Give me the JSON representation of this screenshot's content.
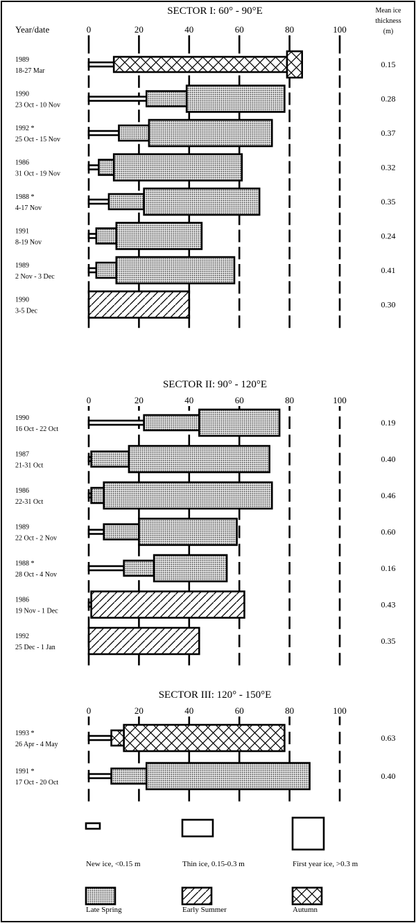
{
  "header": {
    "year_date": "Year/date",
    "mean_thickness": [
      "Mean ice",
      "thickness",
      "(m)"
    ]
  },
  "chart_data": {
    "type": "bar",
    "orientation": "horizontal-stacked",
    "xlim": [
      0,
      100
    ],
    "xticks": [
      0,
      20,
      40,
      60,
      80,
      100
    ],
    "xtick_labels": [
      "0",
      "20",
      "40",
      "60",
      "80",
      "100"
    ],
    "segments": [
      "new_ice",
      "thin_ice",
      "first_year_ice"
    ],
    "colors": {
      "ink": "#000000",
      "paper": "#ffffff",
      "stipple": "#555555"
    },
    "sectors": [
      {
        "title": "SECTOR I:  60° - 90°E",
        "rows": [
          {
            "year": "1989",
            "dates": "18-27 Mar",
            "season": "autumn",
            "new_ice": 10,
            "thin_ice": 69,
            "first_year_ice": 6,
            "mean_thickness": "0.15"
          },
          {
            "year": "1990",
            "dates": "23 Oct - 10 Nov",
            "season": "late_spring",
            "new_ice": 23,
            "thin_ice": 16,
            "first_year_ice": 39,
            "mean_thickness": "0.28"
          },
          {
            "year": "1992 *",
            "dates": "25 Oct - 15 Nov",
            "season": "late_spring",
            "new_ice": 12,
            "thin_ice": 12,
            "first_year_ice": 49,
            "mean_thickness": "0.37"
          },
          {
            "year": "1986",
            "dates": "31 Oct - 19 Nov",
            "season": "late_spring",
            "new_ice": 4,
            "thin_ice": 6,
            "first_year_ice": 51,
            "mean_thickness": "0.32"
          },
          {
            "year": "1988 *",
            "dates": "4-17 Nov",
            "season": "late_spring",
            "new_ice": 8,
            "thin_ice": 14,
            "first_year_ice": 46,
            "mean_thickness": "0.35"
          },
          {
            "year": "1991",
            "dates": "8-19 Nov",
            "season": "late_spring",
            "new_ice": 3,
            "thin_ice": 8,
            "first_year_ice": 34,
            "mean_thickness": "0.24"
          },
          {
            "year": "1989",
            "dates": "2 Nov - 3 Dec",
            "season": "late_spring",
            "new_ice": 3,
            "thin_ice": 8,
            "first_year_ice": 47,
            "mean_thickness": "0.41"
          },
          {
            "year": "1990",
            "dates": "3-5 Dec",
            "season": "early_summer",
            "new_ice": 0,
            "thin_ice": 0,
            "first_year_ice": 40,
            "mean_thickness": "0.30"
          }
        ]
      },
      {
        "title": "SECTOR II:  90° - 120°E",
        "rows": [
          {
            "year": "1990",
            "dates": "16 Oct - 22 Oct",
            "season": "late_spring",
            "new_ice": 22,
            "thin_ice": 22,
            "first_year_ice": 32,
            "mean_thickness": "0.19"
          },
          {
            "year": "1987",
            "dates": "21-31 Oct",
            "season": "late_spring",
            "new_ice": 1,
            "thin_ice": 15,
            "first_year_ice": 56,
            "mean_thickness": "0.40"
          },
          {
            "year": "1986",
            "dates": "22-31 Oct",
            "season": "late_spring",
            "new_ice": 1,
            "thin_ice": 5,
            "first_year_ice": 67,
            "mean_thickness": "0.46"
          },
          {
            "year": "1989",
            "dates": "22 Oct - 2 Nov",
            "season": "late_spring",
            "new_ice": 6,
            "thin_ice": 14,
            "first_year_ice": 39,
            "mean_thickness": "0.60"
          },
          {
            "year": "1988 *",
            "dates": "28 Oct - 4 Nov",
            "season": "late_spring",
            "new_ice": 14,
            "thin_ice": 12,
            "first_year_ice": 29,
            "mean_thickness": "0.16"
          },
          {
            "year": "1986",
            "dates": "19 Nov - 1 Dec",
            "season": "early_summer",
            "new_ice": 1,
            "thin_ice": 0,
            "first_year_ice": 61,
            "mean_thickness": "0.43"
          },
          {
            "year": "1992",
            "dates": "25 Dec - 1 Jan",
            "season": "early_summer",
            "new_ice": 0,
            "thin_ice": 0,
            "first_year_ice": 44,
            "mean_thickness": "0.35"
          }
        ]
      },
      {
        "title": "SECTOR III:  120° - 150°E",
        "rows": [
          {
            "year": "1993 *",
            "dates": "26 Apr - 4 May",
            "season": "autumn",
            "new_ice": 9,
            "thin_ice": 5,
            "first_year_ice": 64,
            "mean_thickness": "0.63"
          },
          {
            "year": "1991 *",
            "dates": "17 Oct - 20 Oct",
            "season": "late_spring",
            "new_ice": 9,
            "thin_ice": 14,
            "first_year_ice": 65,
            "mean_thickness": "0.40"
          }
        ]
      }
    ],
    "legend": {
      "thickness": [
        {
          "key": "new_ice",
          "label": "New ice, <0.15 m"
        },
        {
          "key": "thin_ice",
          "label": "Thin ice, 0.15-0.3 m"
        },
        {
          "key": "first_year_ice",
          "label": "First year ice, >0.3 m"
        }
      ],
      "season": [
        {
          "key": "late_spring",
          "label": "Late Spring"
        },
        {
          "key": "early_summer",
          "label": "Early Summer"
        },
        {
          "key": "autumn",
          "label": "Autumn"
        }
      ],
      "placement": "bottom"
    }
  }
}
